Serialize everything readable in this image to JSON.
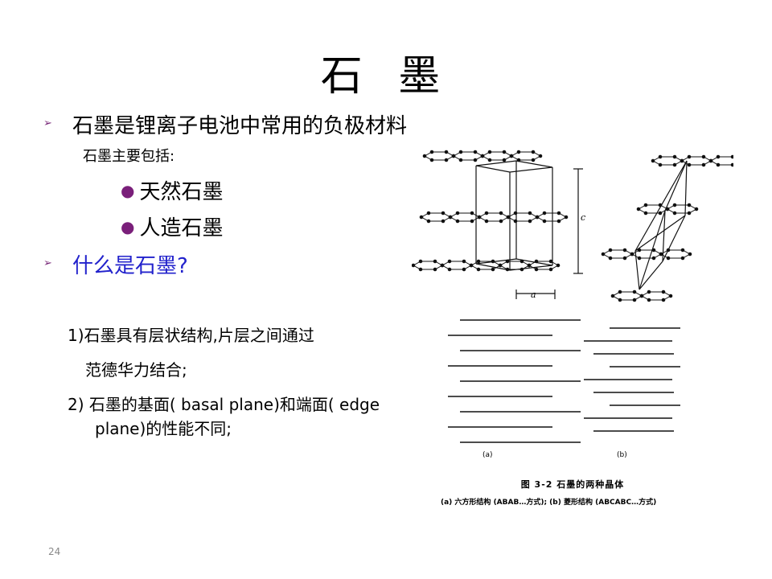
{
  "slide": {
    "title": "石 墨",
    "bullet1": "石墨是锂离子电池中常用的负极材料",
    "sub_heading": "石墨主要包括:",
    "types": [
      "天然石墨",
      "人造石墨"
    ],
    "bullet2": "什么是石墨?",
    "point1_line1": "1)石墨具有层状结构,片层之间通过",
    "point1_line2": "范德华力结合;",
    "point2_line1": "2) 石墨的基面( basal plane)和端面( edge",
    "point2_line2": "plane)的性能不同;",
    "page_number": "24",
    "bullet_color": "#7a2a7a",
    "question_color": "#2222cc"
  },
  "figure": {
    "label_c": "c",
    "label_a": "a",
    "label_panel_a": "(a)",
    "label_panel_b": "(b)",
    "caption": "图 3-2   石墨的两种晶体",
    "subcaption": "(a) 六方形结构 (ABAB…方式); (b) 菱形结构 (ABCABC…方式)"
  }
}
